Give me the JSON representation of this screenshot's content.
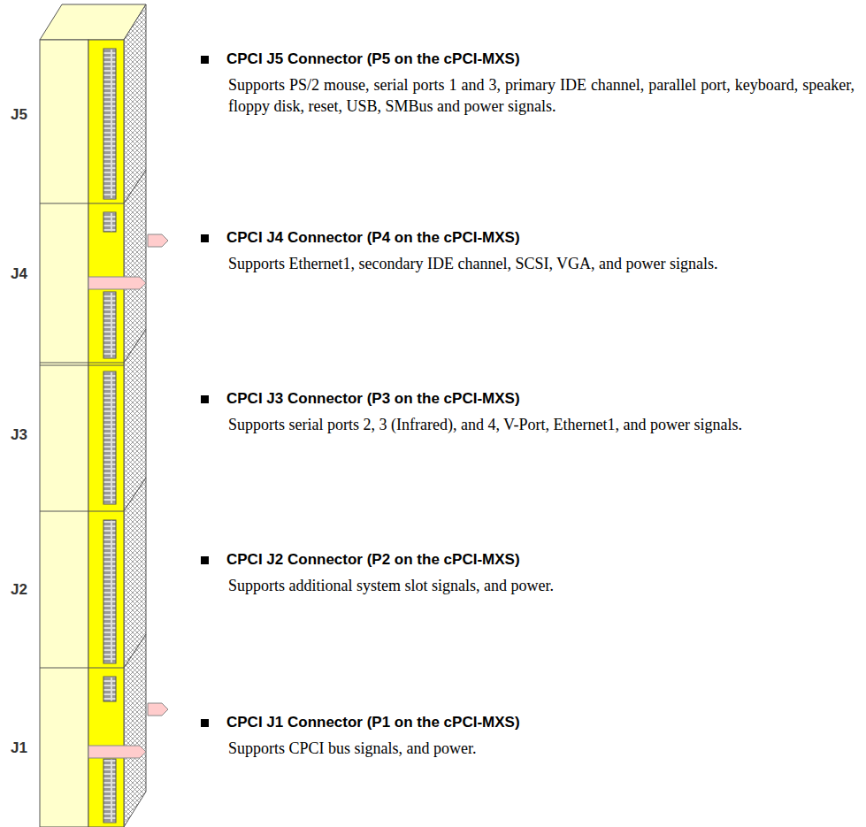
{
  "diagram": {
    "labels": [
      "J5",
      "J4",
      "J3",
      "J2",
      "J1",
      "CPCI J5 Connector (P5 on the cPCI-MXS)",
      "Supports PS/2 mouse, serial ports 1 and 3, primary IDE channel, parallel port, keyboard, speaker, floppy disk, reset, USB, SMBus and power signals.",
      "CPCI J4 Connector (P4 on the cPCI-MXS)",
      "Supports Ethernet1, secondary IDE channel, SCSI, VGA, and power signals.",
      "CPCI J3 Connector (P3 on the cPCI-MXS)",
      "Supports serial ports 2, 3 (Infrared), and 4, V-Port, Ethernet1, and power signals.",
      "CPCI J2 Connector (P2 on the cPCI-MXS)",
      "Supports additional system slot signals, and power.",
      "CPCI J1 Connector (P1 on the cPCI-MXS)",
      "Supports CPCI bus signals, and power."
    ]
  }
}
